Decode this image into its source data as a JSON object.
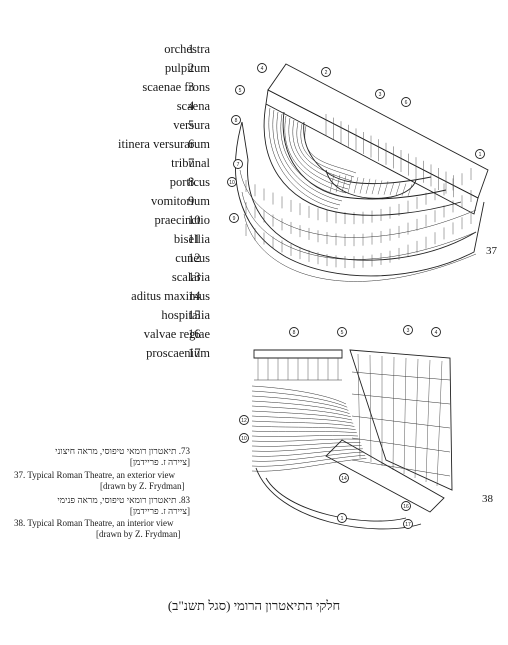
{
  "legend": [
    {
      "term": "orchestra",
      "num": "1"
    },
    {
      "term": "pulpitum",
      "num": "2"
    },
    {
      "term": "scaenae frons",
      "num": "3"
    },
    {
      "term": "scaena",
      "num": "4"
    },
    {
      "term": "versura",
      "num": "5"
    },
    {
      "term": "itinera versurarum",
      "num": "6"
    },
    {
      "term": "tribunal",
      "num": "7"
    },
    {
      "term": "porticus",
      "num": "8"
    },
    {
      "term": "vomitorium",
      "num": "9"
    },
    {
      "term": "praecinctio",
      "num": "10"
    },
    {
      "term": "bisellia",
      "num": "11"
    },
    {
      "term": "cuneus",
      "num": "12"
    },
    {
      "term": "scalaria",
      "num": "13"
    },
    {
      "term": "aditus maximus",
      "num": "14"
    },
    {
      "term": "hospitalia",
      "num": "15"
    },
    {
      "term": "valvae regiae",
      "num": "16"
    },
    {
      "term": "proscaenium",
      "num": "17"
    }
  ],
  "figures": {
    "fig37_number": "37",
    "fig38_number": "38"
  },
  "captions": {
    "c37_he_line1": "37. תיאטרון רומאי טיפוסי, מראה חיצוני",
    "c37_he_line2": "[ציירה ז. פריידמן]",
    "c37_en_line1": "37. Typical Roman Theatre, an exterior view",
    "c37_en_line2": "[drawn by Z. Frydman]",
    "c38_he_line1": "38. תיאטרון רומאי טיפוסי, מראה פנימי",
    "c38_he_line2": "[ציירה ז. פריידמן]",
    "c38_en_line1": "38. Typical Roman Theatre, an interior view",
    "c38_en_line2": "[drawn by Z. Frydman]"
  },
  "footer": "חלקי התיאטרון הרומי (סגל תשנ\"ב)"
}
